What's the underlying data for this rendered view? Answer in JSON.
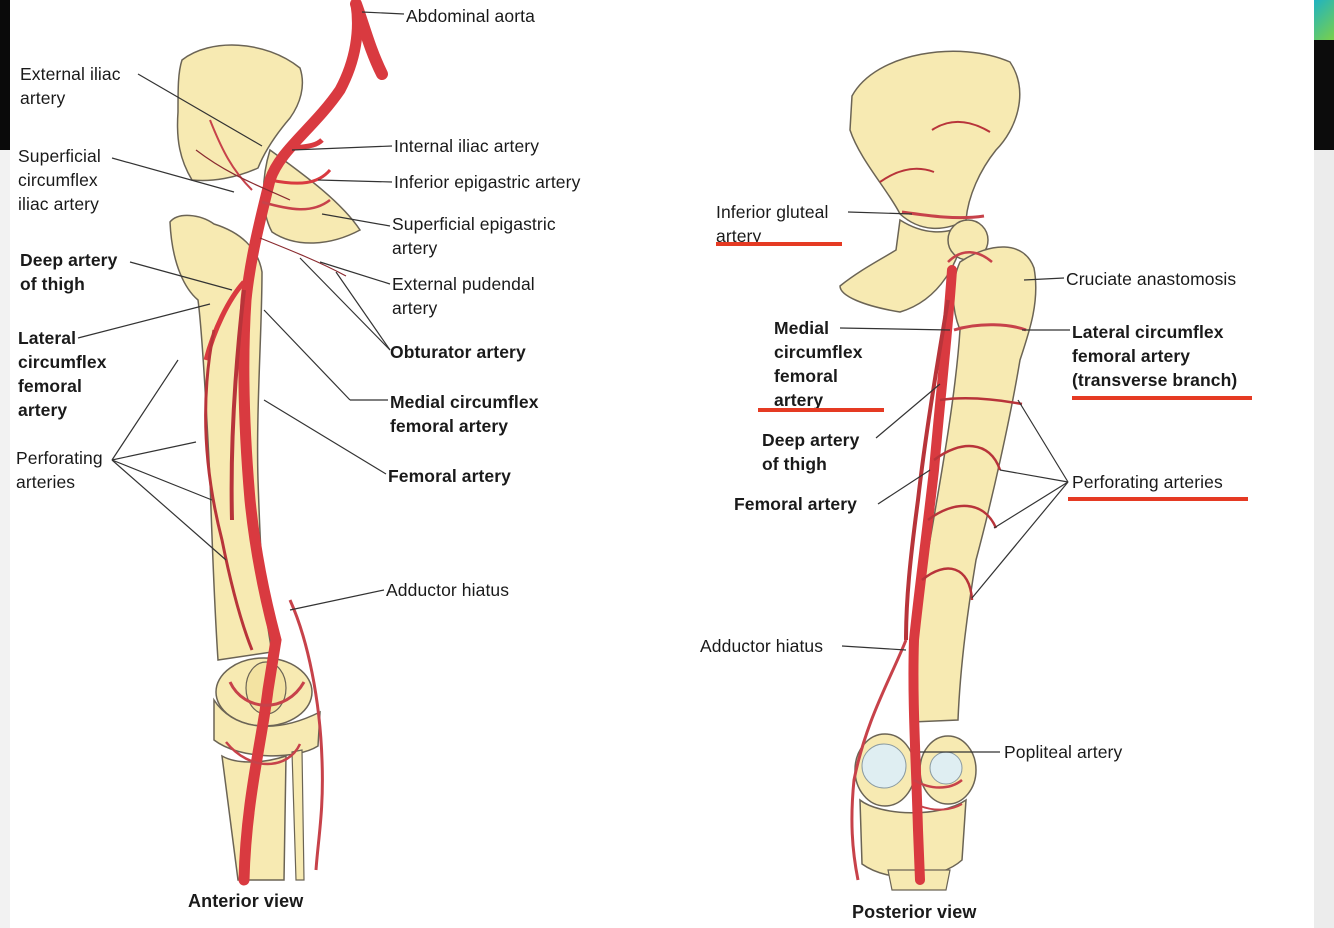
{
  "colors": {
    "bone": "#f7eab2",
    "bone_outline": "#6b6455",
    "artery": "#d93a40",
    "artery_dark": "#8a2b30",
    "leader": "#333333",
    "underline": "#e53a23",
    "background": "#ffffff"
  },
  "views": {
    "anterior": {
      "caption": "Anterior view",
      "labels": {
        "abdominal_aorta": "Abdominal aorta",
        "external_iliac": "External iliac\nartery",
        "internal_iliac": "Internal iliac artery",
        "inferior_epigastric": "Inferior epigastric artery",
        "superficial_circumflex_iliac": "Superficial\ncircumflex\niliac artery",
        "superficial_epigastric": "Superficial epigastric\nartery",
        "deep_artery_thigh": "Deep artery\nof thigh",
        "external_pudendal": "External pudendal\nartery",
        "lateral_circumflex": "Lateral\ncircumflex\nfemoral\nartery",
        "obturator": "Obturator artery",
        "medial_circumflex": "Medial circumflex\nfemoral artery",
        "perforating": "Perforating\narteries",
        "femoral": "Femoral artery",
        "adductor_hiatus": "Adductor hiatus"
      }
    },
    "posterior": {
      "caption": "Posterior view",
      "labels": {
        "inferior_gluteal": "Inferior gluteal\nartery",
        "cruciate_anastomosis": "Cruciate anastomosis",
        "medial_circumflex": "Medial\ncircumflex\nfemoral\nartery",
        "lateral_circumflex": "Lateral circumflex\nfemoral artery\n(transverse branch)",
        "deep_artery_thigh": "Deep artery\nof thigh",
        "perforating": "Perforating arteries",
        "femoral": "Femoral artery",
        "adductor_hiatus": "Adductor hiatus",
        "popliteal": "Popliteal artery"
      }
    }
  }
}
